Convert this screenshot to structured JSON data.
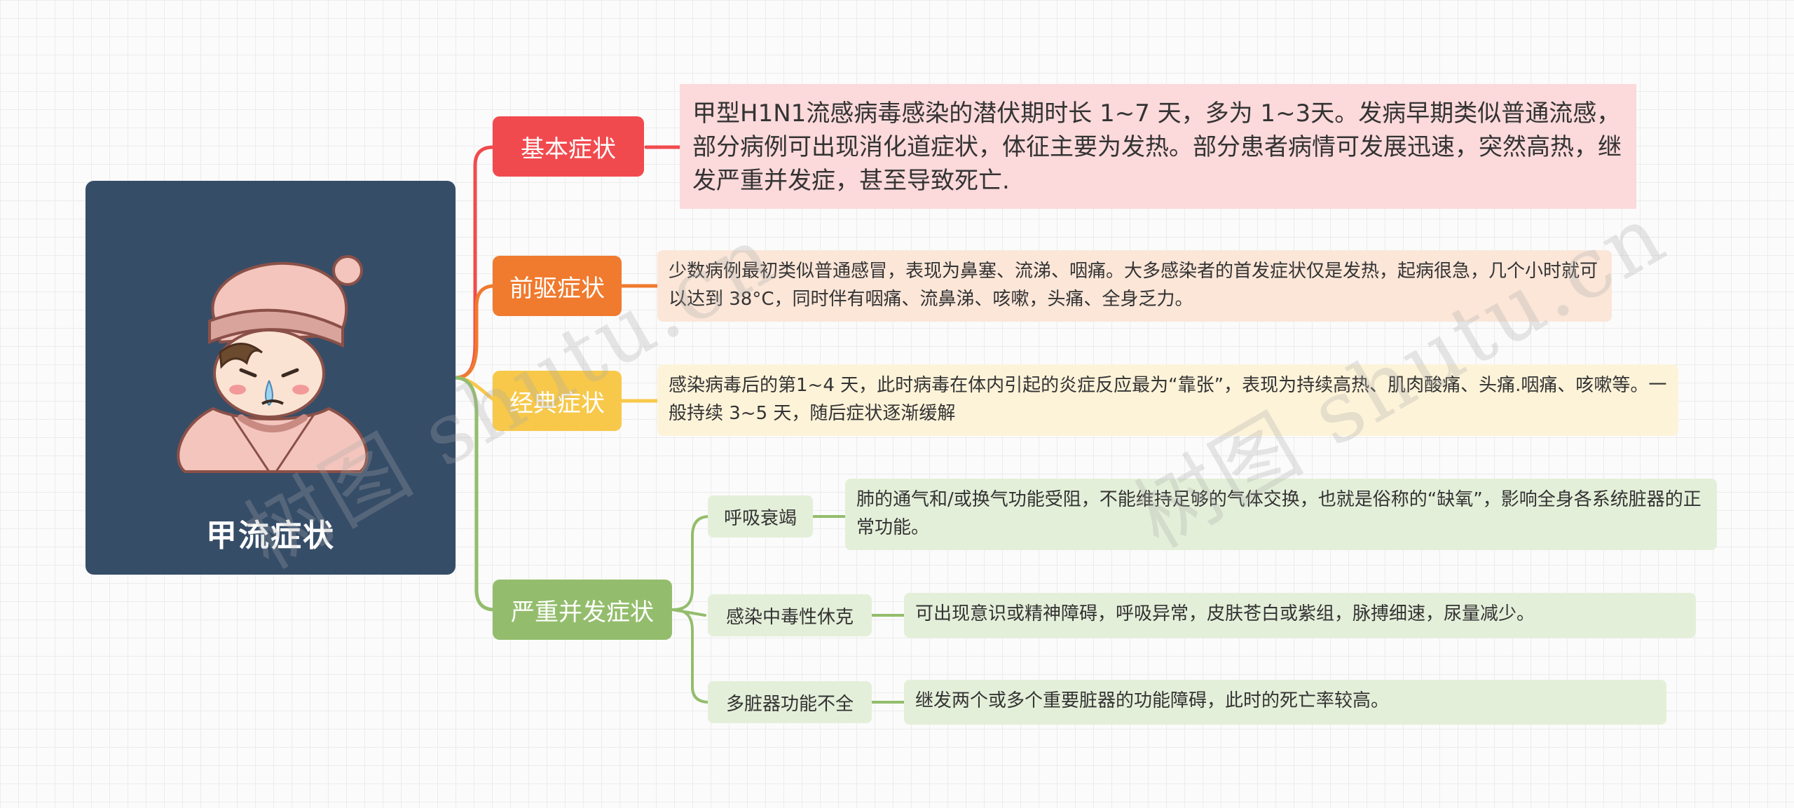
{
  "root": {
    "title": "甲流症状",
    "illustration": "sick-child-in-blanket"
  },
  "colors": {
    "root_bg": "#364d68",
    "basic": "#f14a4e",
    "prodromal": "#f07a2e",
    "classic": "#f7c84a",
    "severe": "#93bd6c",
    "basic_detail_bg": "#fcd9db",
    "prodromal_detail_bg": "#fbe6d8",
    "classic_detail_bg": "#fdf3d9",
    "severe_detail_bg": "#e4efd9"
  },
  "branches": [
    {
      "label": "基本症状",
      "detail": "甲型H1N1流感病毒感染的潜伏期时长 1~7 天，多为 1~3天。发病早期类似普通流感，部分病例可出现消化道症状，体征主要为发热。部分患者病情可发展迅速，突然高热，继发严重并发症，甚至导致死亡."
    },
    {
      "label": "前驱症状",
      "detail": "少数病例最初类似普通感冒，表现为鼻塞、流涕、咽痛。大多感染者的首发症状仅是发热，起病很急，几个小时就可以达到 38°C，同时伴有咽痛、流鼻涕、咳嗽，头痛、全身乏力。"
    },
    {
      "label": "经典症状",
      "detail": "感染病毒后的第1~4 天，此时病毒在体内引起的炎症反应最为“靠张”，表现为持续高热、肌肉酸痛、头痛.咽痛、咳嗽等。一般持续 3~5 天，随后症状逐渐缓解"
    },
    {
      "label": "严重并发症状",
      "children": [
        {
          "label": "呼吸衰竭",
          "detail": "肺的通气和/或换气功能受阻，不能维持足够的气体交换，也就是俗称的“缺氧”，影响全身各系统脏器的正常功能。"
        },
        {
          "label": "感染中毒性休克",
          "detail": "可出现意识或精神障碍，呼吸异常，皮肤苍白或紫组，脉搏细速，尿量减少。"
        },
        {
          "label": "多脏器功能不全",
          "detail": "继发两个或多个重要脏器的功能障碍，此时的死亡率较高。"
        }
      ]
    }
  ],
  "watermark": "树图 shutu.cn"
}
